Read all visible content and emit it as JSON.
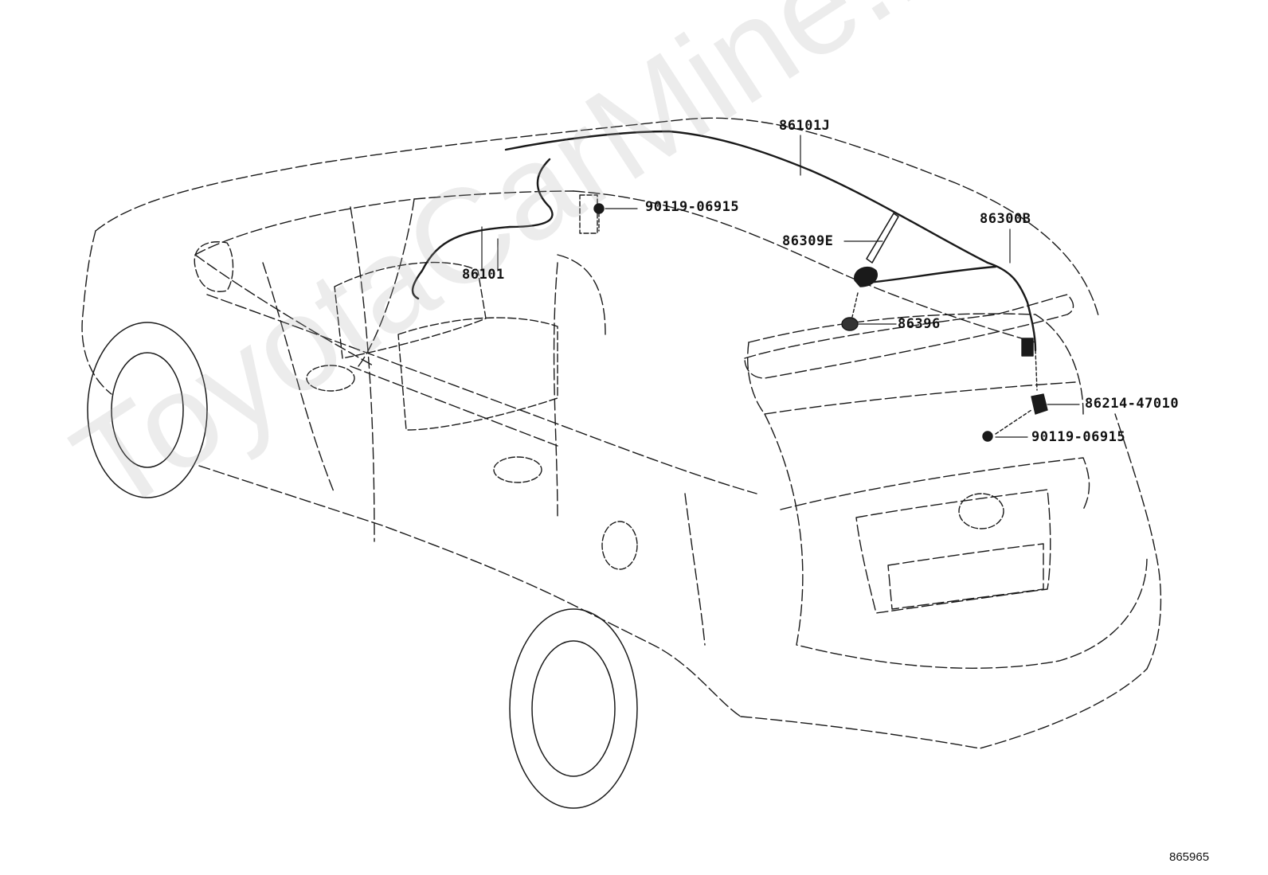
{
  "watermark": "ToyotaCarMine.ru",
  "diagram_id": "865965",
  "callouts": {
    "harness_86101j": "86101J",
    "bolt_top": "90119-06915",
    "pad_86309e": "86309E",
    "cable_86300b": "86300B",
    "harness_86101": "86101",
    "cap_86396": "86396",
    "bracket_86214": "86214-47010",
    "bolt_rear": "90119-06915"
  },
  "colors": {
    "line": "#1a1a1a",
    "watermark": "#aaaaaa"
  }
}
